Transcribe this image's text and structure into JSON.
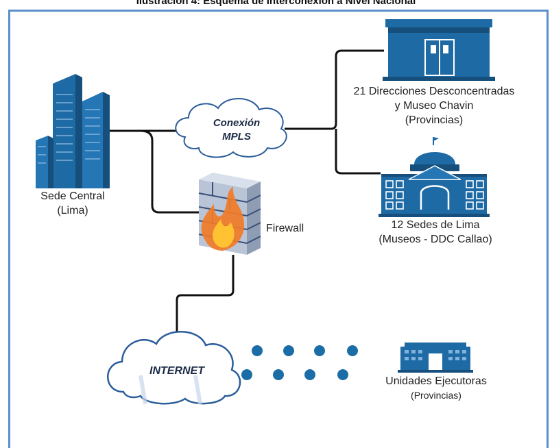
{
  "caption": "Ilustración 4: Esquema de Interconexión a Nivel Nacional",
  "nodes": {
    "sede_central": {
      "line1": "Sede Central",
      "line2": "(Lima)"
    },
    "mpls": {
      "line1": "Conexión",
      "line2": "MPLS"
    },
    "firewall": {
      "label": "Firewall"
    },
    "direcciones": {
      "line1": "21 Direcciones Desconcentradas",
      "line2": "y Museo Chavin",
      "line3": "(Provincias)"
    },
    "sedes_lima": {
      "line1": "12 Sedes de Lima",
      "line2": "(Museos - DDC Callao)"
    },
    "internet": {
      "label": "INTERNET"
    },
    "unidades": {
      "line1": "Unidades Ejecutoras",
      "line2": "(Provincias)"
    }
  },
  "colors": {
    "icon_blue": "#1e6aa5",
    "icon_blue_dark": "#164f7c",
    "frame": "#5b8fc9",
    "line": "#111111",
    "cloud_stroke": "#2a5d9a",
    "dot": "#1a6da6"
  },
  "icons": [
    "building-icon",
    "cloud-icon",
    "firewall-icon",
    "museum-icon",
    "capitol-icon",
    "office-icon"
  ]
}
